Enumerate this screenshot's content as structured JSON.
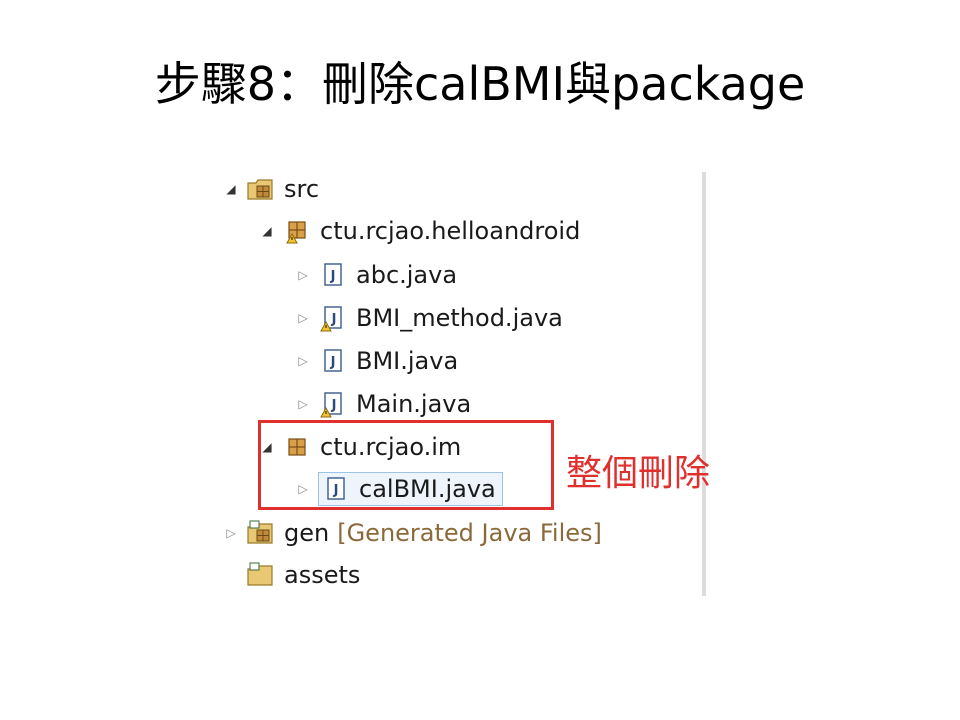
{
  "slide": {
    "title": "步驟8：刪除calBMI與package"
  },
  "tree": {
    "src": {
      "label": "src"
    },
    "pkg_helloandroid": {
      "label": "ctu.rcjao.helloandroid"
    },
    "abc": {
      "label": "abc.java"
    },
    "bmi_method": {
      "label": "BMI_method.java"
    },
    "bmi": {
      "label": "BMI.java"
    },
    "main": {
      "label": "Main.java"
    },
    "pkg_im": {
      "label": "ctu.rcjao.im"
    },
    "calbmi": {
      "label": "calBMI.java"
    },
    "gen": {
      "label": "gen",
      "suffix": "[Generated Java Files]"
    },
    "assets": {
      "label": "assets"
    }
  },
  "annotation": {
    "text": "整個刪除"
  },
  "colors": {
    "highlight": "#e0302e",
    "selection_bg": "#eef4fb",
    "selection_border": "#9dc3e6"
  },
  "icons": {
    "source_folder": "source-folder-icon",
    "package": "package-icon",
    "java_file": "java-file-icon",
    "java_file_warning": "java-file-warning-icon",
    "folder": "folder-icon"
  }
}
